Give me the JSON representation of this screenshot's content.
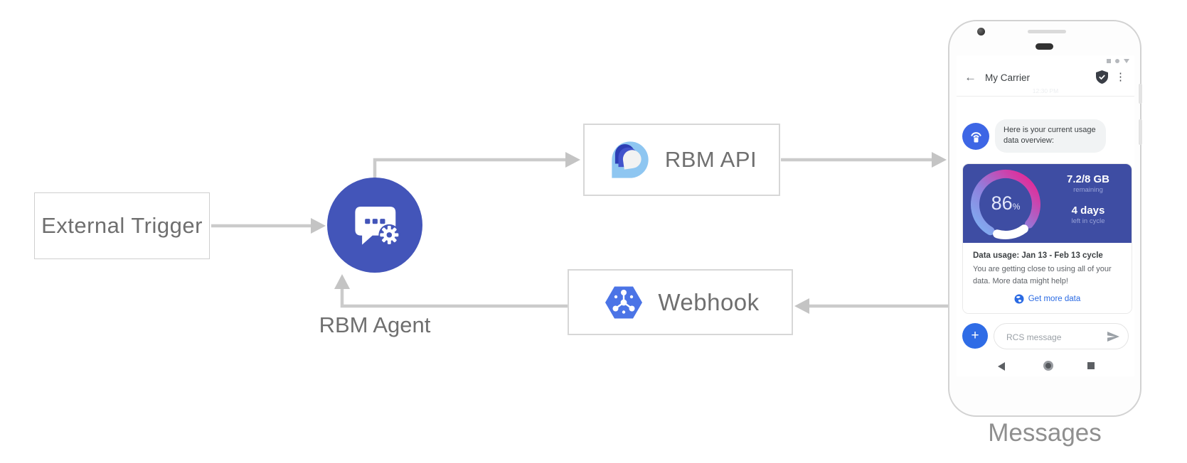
{
  "diagram": {
    "nodes": {
      "external_trigger": "External Trigger",
      "rbm_agent": "RBM Agent",
      "rbm_api": "RBM API",
      "webhook": "Webhook"
    },
    "caption": "Messages"
  },
  "phone": {
    "header": {
      "title": "My Carrier"
    },
    "timestamp_faint": "12:30 PM",
    "message": {
      "text": "Here is your current usage data overview:"
    },
    "card": {
      "percent": "86",
      "percent_unit": "%",
      "remaining_value": "7.2/8 GB",
      "remaining_label": "remaining",
      "cycle_value": "4 days",
      "cycle_label": "left in cycle",
      "title": "Data usage: Jan 13 - Feb 13 cycle",
      "body": "You are getting close to using all of your data. More data might help!",
      "cta_label": "Get more data"
    },
    "compose": {
      "placeholder": "RCS message"
    }
  },
  "icons": {
    "back": "←",
    "menu": "⋮",
    "plus": "+"
  },
  "gauge_data": {
    "type": "donut",
    "percent_used": 86,
    "remaining_gb": 7.2,
    "total_gb": 8,
    "days_left_in_cycle": 4
  },
  "colors": {
    "agent_circle": "#4355b9",
    "usage_card_bg": "#3e4da3",
    "avatar_blue": "#3d66e5",
    "cta_blue": "#2a6ae3",
    "plus_button_blue": "#2f6ce6",
    "arrow_gray": "#cbcbcb",
    "gauge_start_blue": "#7fb2f3",
    "gauge_end_pink": "#ef1e8c",
    "api_logo_light_blue": "#8ec6f1",
    "webhook_hexagon_blue": "#4b74e6"
  }
}
